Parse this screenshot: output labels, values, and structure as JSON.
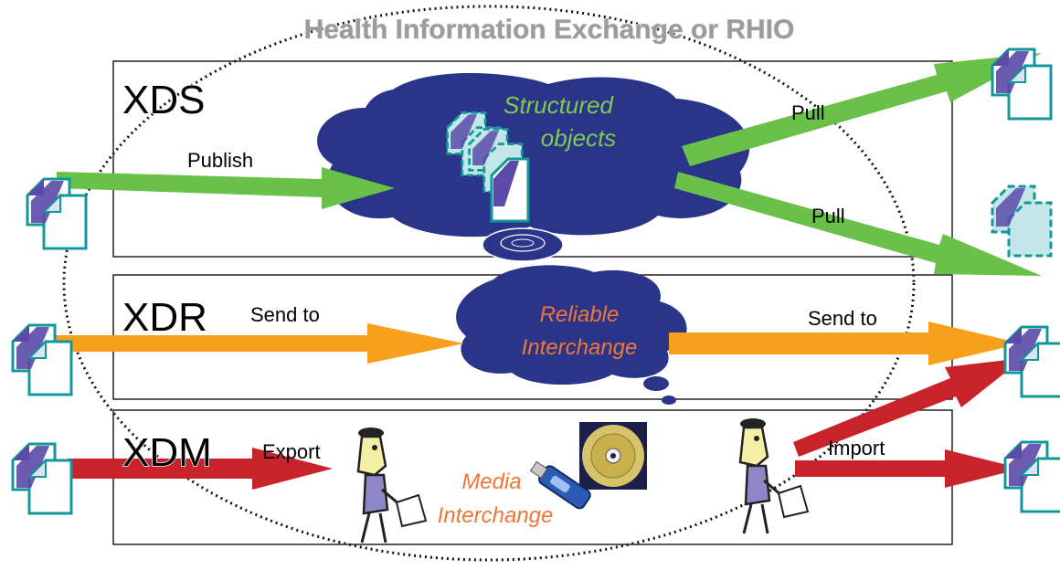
{
  "title": "Health Information Exchange or RHIO",
  "rows": {
    "xds": {
      "name": "XDS",
      "publish": "Publish",
      "pull1": "Pull",
      "pull2": "Pull",
      "cloud_line1": "Structured",
      "cloud_line2": "objects"
    },
    "xdr": {
      "name": "XDR",
      "send_left": "Send to",
      "send_right": "Send to",
      "cloud_line1": "Reliable",
      "cloud_line2": "Interchange"
    },
    "xdm": {
      "name": "XDM",
      "export": "Export",
      "import": "Import",
      "media_line1": "Media",
      "media_line2": "Interchange"
    }
  },
  "colors": {
    "xds_arrow": "#6ac14a",
    "xdr_arrow": "#f6a01e",
    "xdm_arrow": "#c8232b",
    "cloud_fill": "#2a3589",
    "doc_teal": "#12989a",
    "doc_purple": "#5b4aa8",
    "title_gray": "#9c9c9c"
  },
  "icons": [
    "document-stack-icon",
    "cloud-icon",
    "thought-cloud-icon",
    "cd-disc-icon",
    "usb-drive-icon",
    "person-icon"
  ]
}
